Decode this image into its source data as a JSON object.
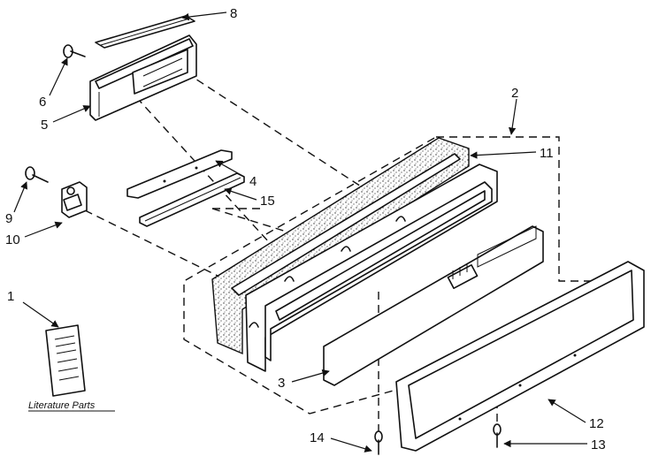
{
  "diagram": {
    "callouts": {
      "c1": "1",
      "c2": "2",
      "c3": "3",
      "c4": "4",
      "c5": "5",
      "c6": "6",
      "c8": "8",
      "c9": "9",
      "c10": "10",
      "c11": "11",
      "c12": "12",
      "c13": "13",
      "c14": "14",
      "c15": "15"
    },
    "literature_caption": "Literature Parts"
  }
}
